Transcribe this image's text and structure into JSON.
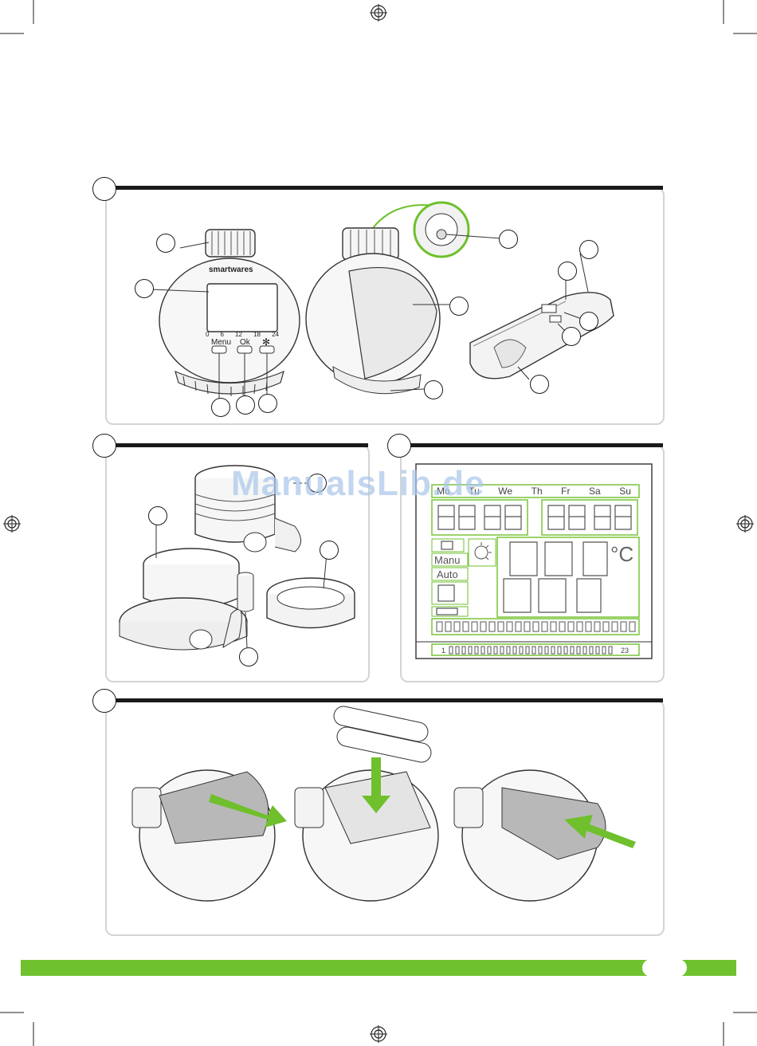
{
  "watermark": "ManualsLib.de",
  "device": {
    "brand_label": "smartwares",
    "scale_ticks": [
      "0",
      "6",
      "12",
      "18",
      "24"
    ],
    "buttons": [
      "Menu",
      "Ok",
      "✻"
    ]
  },
  "lcd": {
    "days": [
      "Mo",
      "Tu",
      "We",
      "Th",
      "Fr",
      "Sa",
      "Su"
    ],
    "mode_labels": [
      "Manu",
      "Auto"
    ],
    "unit": "°C",
    "hour_start": "1",
    "hour_end": "23"
  },
  "colors": {
    "accent_green": "#6fc02c",
    "panel_border": "#d4d4d4",
    "bar": "#1a1a1a"
  }
}
